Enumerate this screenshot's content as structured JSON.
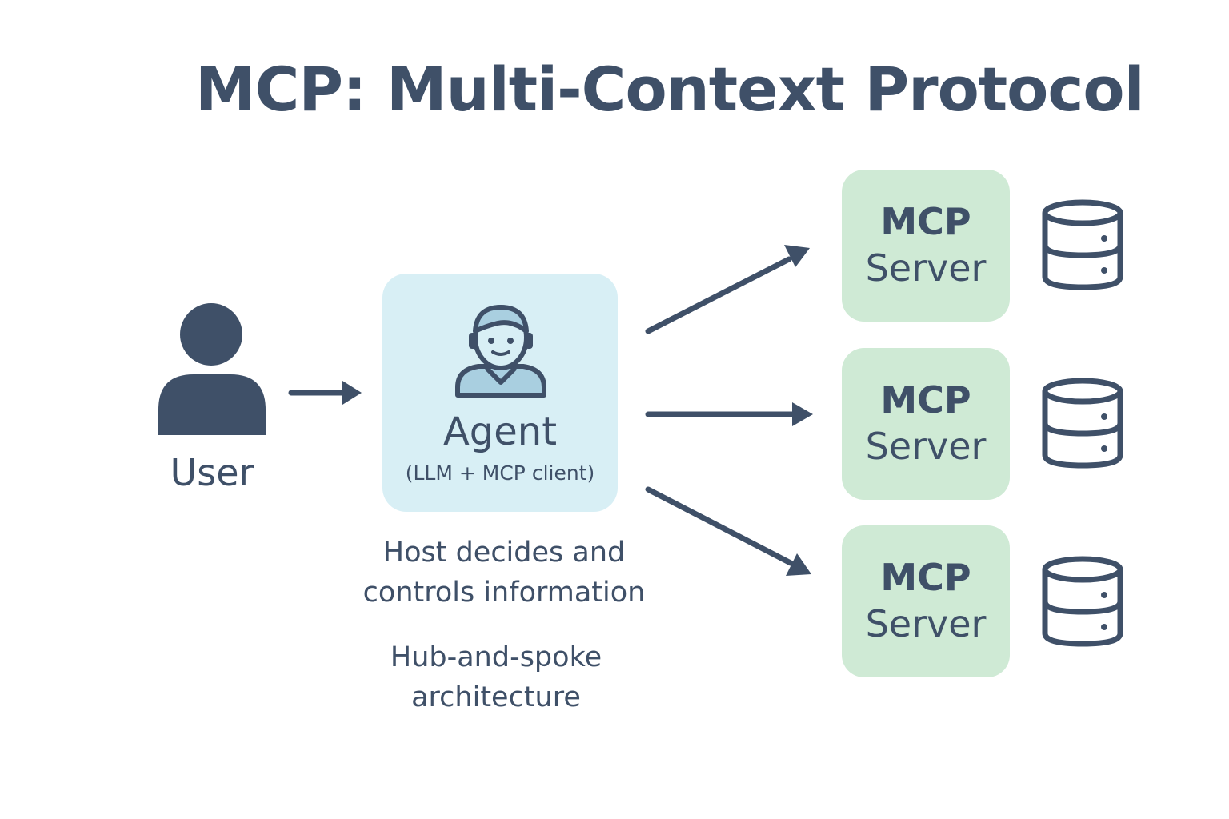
{
  "title": "MCP: Multi-Context Protocol",
  "user": {
    "label": "User",
    "icon": "user-icon"
  },
  "agent": {
    "label": "Agent",
    "sublabel": "(LLM + MCP client)",
    "icon": "agent-avatar-icon"
  },
  "notes": {
    "host_line1": "Host decides and",
    "host_line2": "controls information",
    "hub_line1": "Hub-and-spoke",
    "hub_line2": "architecture"
  },
  "servers": [
    {
      "line1": "MCP",
      "line2": "Server",
      "icon": "database-icon"
    },
    {
      "line1": "MCP",
      "line2": "Server",
      "icon": "database-icon"
    },
    {
      "line1": "MCP",
      "line2": "Server",
      "icon": "database-icon"
    }
  ],
  "colors": {
    "ink": "#3f5068",
    "agent_fill": "#d8eff5",
    "server_fill": "#cfead5",
    "avatar_shirt": "#a9cfe0"
  }
}
